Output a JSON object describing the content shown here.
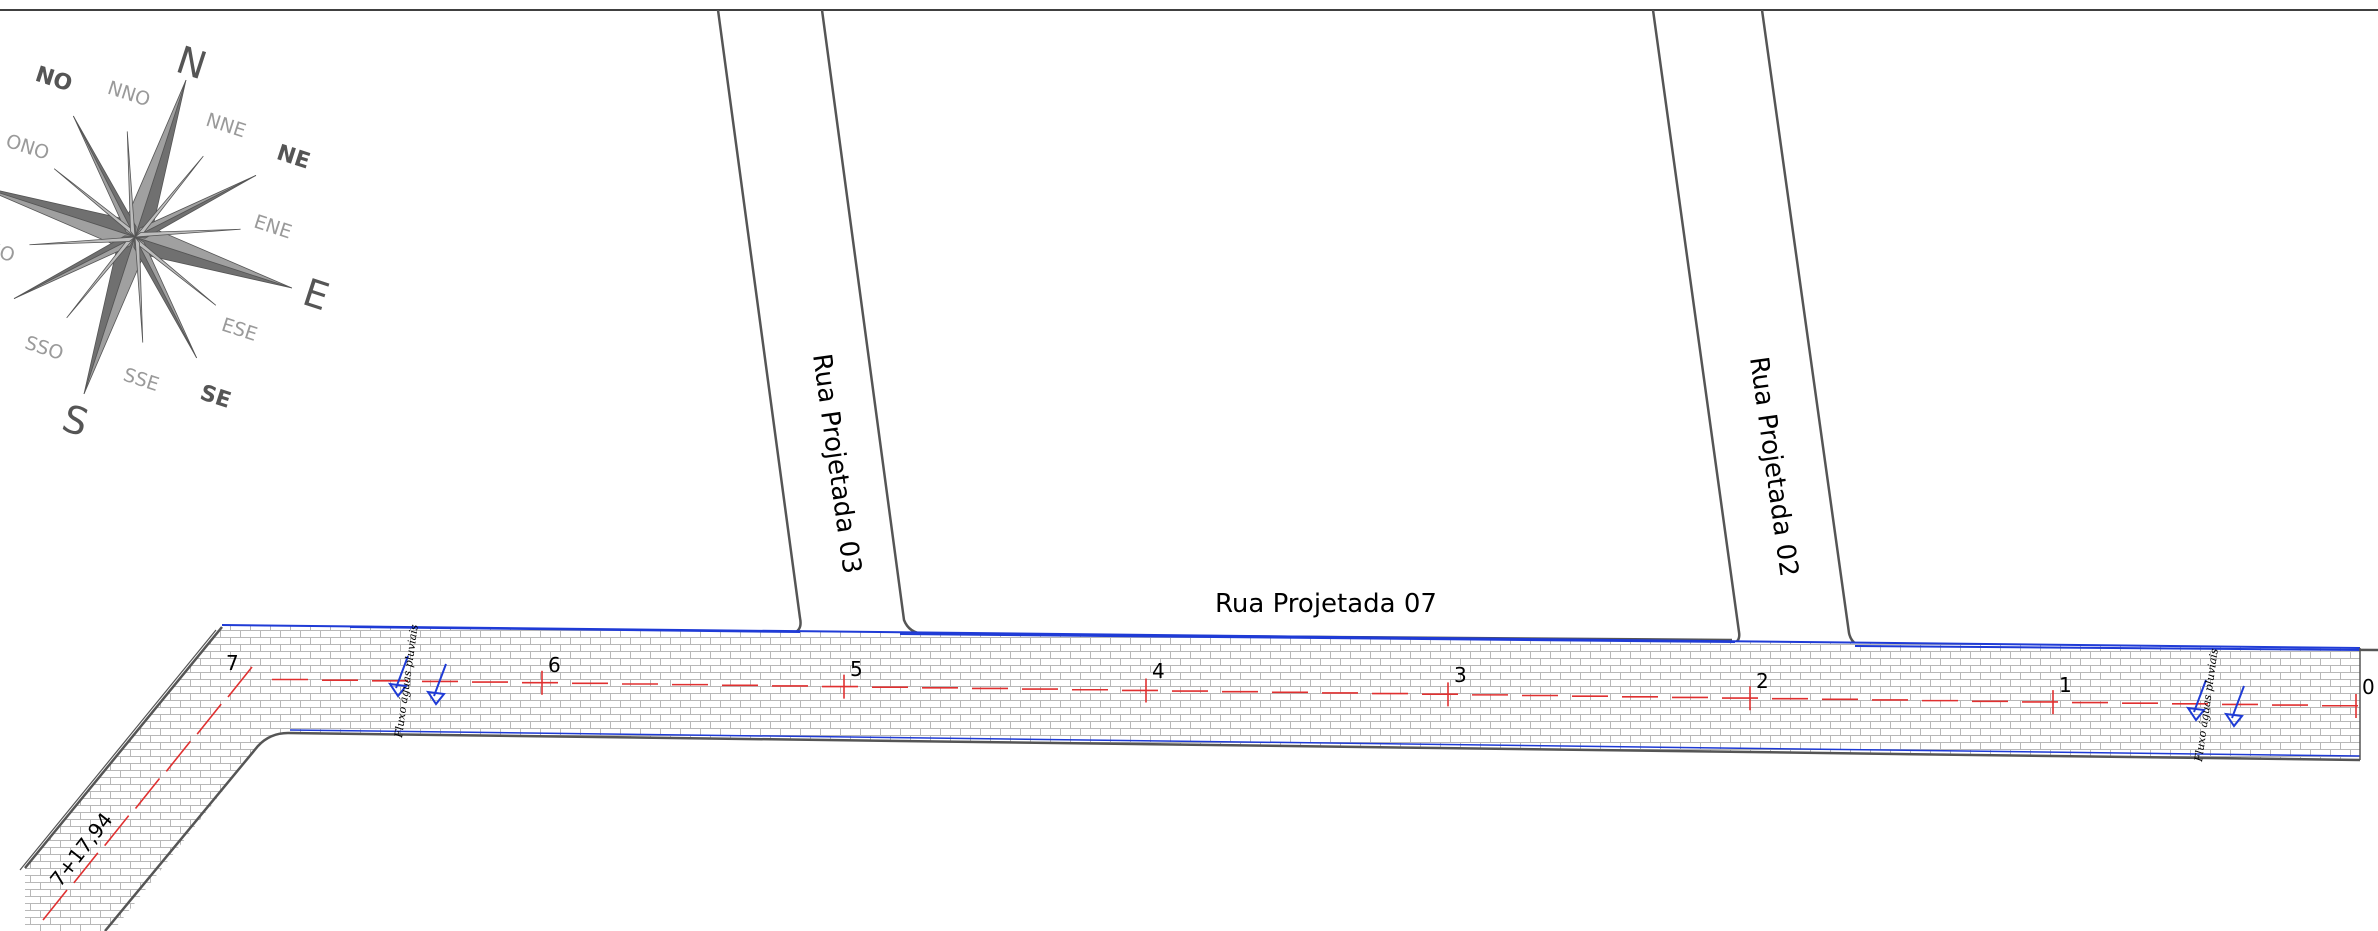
{
  "streets": {
    "main": "Rua Projetada 07",
    "cross_left": "Rua Projetada 03",
    "cross_right": "Rua Projetada 02"
  },
  "stations": [
    "0",
    "1",
    "2",
    "3",
    "4",
    "5",
    "6",
    "7"
  ],
  "end_station": "7+17,94",
  "drainage_note": "Fluxo águas pluviais",
  "compass": {
    "cardinal": [
      "N",
      "E",
      "S",
      "O"
    ],
    "intercardinal": [
      "NE",
      "SE",
      "NO"
    ],
    "secondary": [
      "NNO",
      "NNE",
      "ENE",
      "ESE",
      "SSE",
      "SSO",
      "OSO",
      "ONO"
    ]
  },
  "colors": {
    "road_edge": "#555555",
    "curb_line": "#1f3bd6",
    "axis_marks": "#e03030",
    "paving": "#b8b8b8",
    "compass_fill": "#707070"
  }
}
